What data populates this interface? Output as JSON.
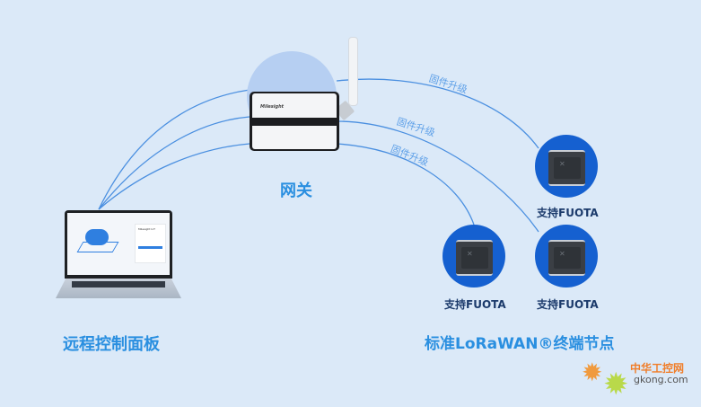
{
  "colors": {
    "background": "#dbe9f8",
    "accent_text": "#2a8fe0",
    "node_circle": "#1560d0",
    "link_line": "#4a8fe0",
    "gateway_halo": "#b6cff2"
  },
  "gateway": {
    "label": "网关",
    "brand": "Milesight",
    "icon": "gateway-device"
  },
  "dashboard": {
    "label": "远程控制面板",
    "icon": "laptop",
    "screen_title": "Milesight IoT",
    "login_button": "Login"
  },
  "links": [
    {
      "label": "固件升级"
    },
    {
      "label": "固件升级"
    },
    {
      "label": "固件升级"
    }
  ],
  "nodes": [
    {
      "label": "支持FUOTA",
      "icon": "lorawan-node"
    },
    {
      "label": "支持FUOTA",
      "icon": "lorawan-node"
    },
    {
      "label": "支持FUOTA",
      "icon": "lorawan-node"
    }
  ],
  "nodes_caption": "标准LoRaWAN®终端节点",
  "watermark": {
    "cn": "中华工控网",
    "domain": "gkong.com"
  }
}
